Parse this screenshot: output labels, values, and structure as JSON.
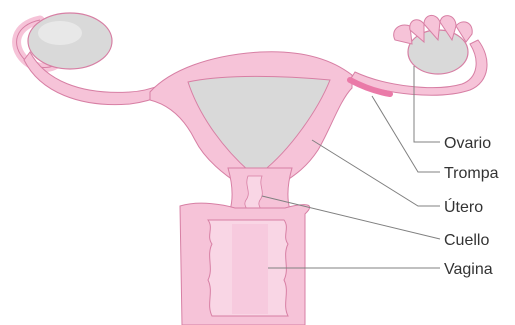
{
  "labels": {
    "ovary": "Ovario",
    "tube": "Trompa",
    "uterus": "Útero",
    "cervix": "Cuello",
    "vagina": "Vagina"
  },
  "colors": {
    "tissue": "#f6c3d8",
    "tissue_light": "#f9d6e5",
    "tissue_dark": "#ec93b8",
    "tube_accent": "#ea7aa8",
    "outline": "#d77fa4",
    "cavity": "#d9d9d9",
    "label_text": "#333333",
    "leader_line": "#808080"
  }
}
